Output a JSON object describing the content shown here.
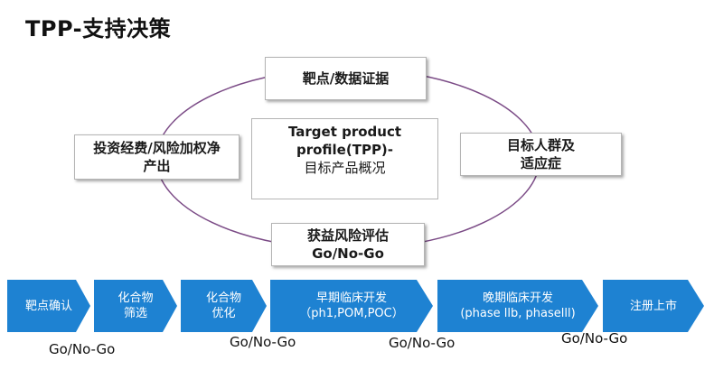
{
  "title": "TPP-支持决策",
  "cycle": {
    "top": "靶点/数据证据",
    "left": "投资经费/风险加权净\n产出",
    "right": "目标人群及\n适应症",
    "bottom": "获益风险评估\nGo/No-Go",
    "center_en": "Target product\nprofile(TPP)-",
    "center_cn": "目标产品概况"
  },
  "stages": [
    {
      "label": "靶点确认"
    },
    {
      "label": "化合物\n筛选"
    },
    {
      "label": "化合物\n优化"
    },
    {
      "label": "早期临床开发\n（ph1,POM,POC）"
    },
    {
      "label": "晚期临床开发\n(phase llb, phaselll)"
    },
    {
      "label": "注册上市"
    }
  ],
  "decisions": [
    "Go/No-Go",
    "Go/No-Go",
    "Go/No-Go",
    "Go/No-Go"
  ],
  "colors": {
    "arrow": "#1e82d2",
    "ellipse": "#7b4b86"
  }
}
